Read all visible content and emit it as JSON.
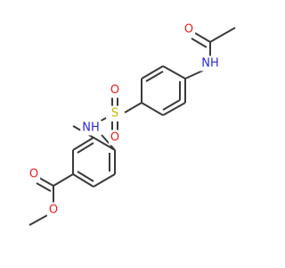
{
  "molecule": {
    "atoms": [
      {
        "id": "o_acetyl",
        "element": "O",
        "color": "#e8221a"
      },
      {
        "id": "n_amide",
        "element": "NH",
        "color": "#2a2ad4"
      },
      {
        "id": "s_sulfonyl",
        "element": "S",
        "color": "#c8b400"
      },
      {
        "id": "o_sulfonyl_top",
        "element": "O",
        "color": "#e8221a"
      },
      {
        "id": "o_sulfonyl_bottom",
        "element": "O",
        "color": "#e8221a"
      },
      {
        "id": "n_sulfonamide",
        "element": "NH",
        "color": "#2a2ad4"
      },
      {
        "id": "o_carbonyl",
        "element": "O",
        "color": "#e8221a"
      },
      {
        "id": "o_ester",
        "element": "O",
        "color": "#e8221a"
      }
    ]
  }
}
